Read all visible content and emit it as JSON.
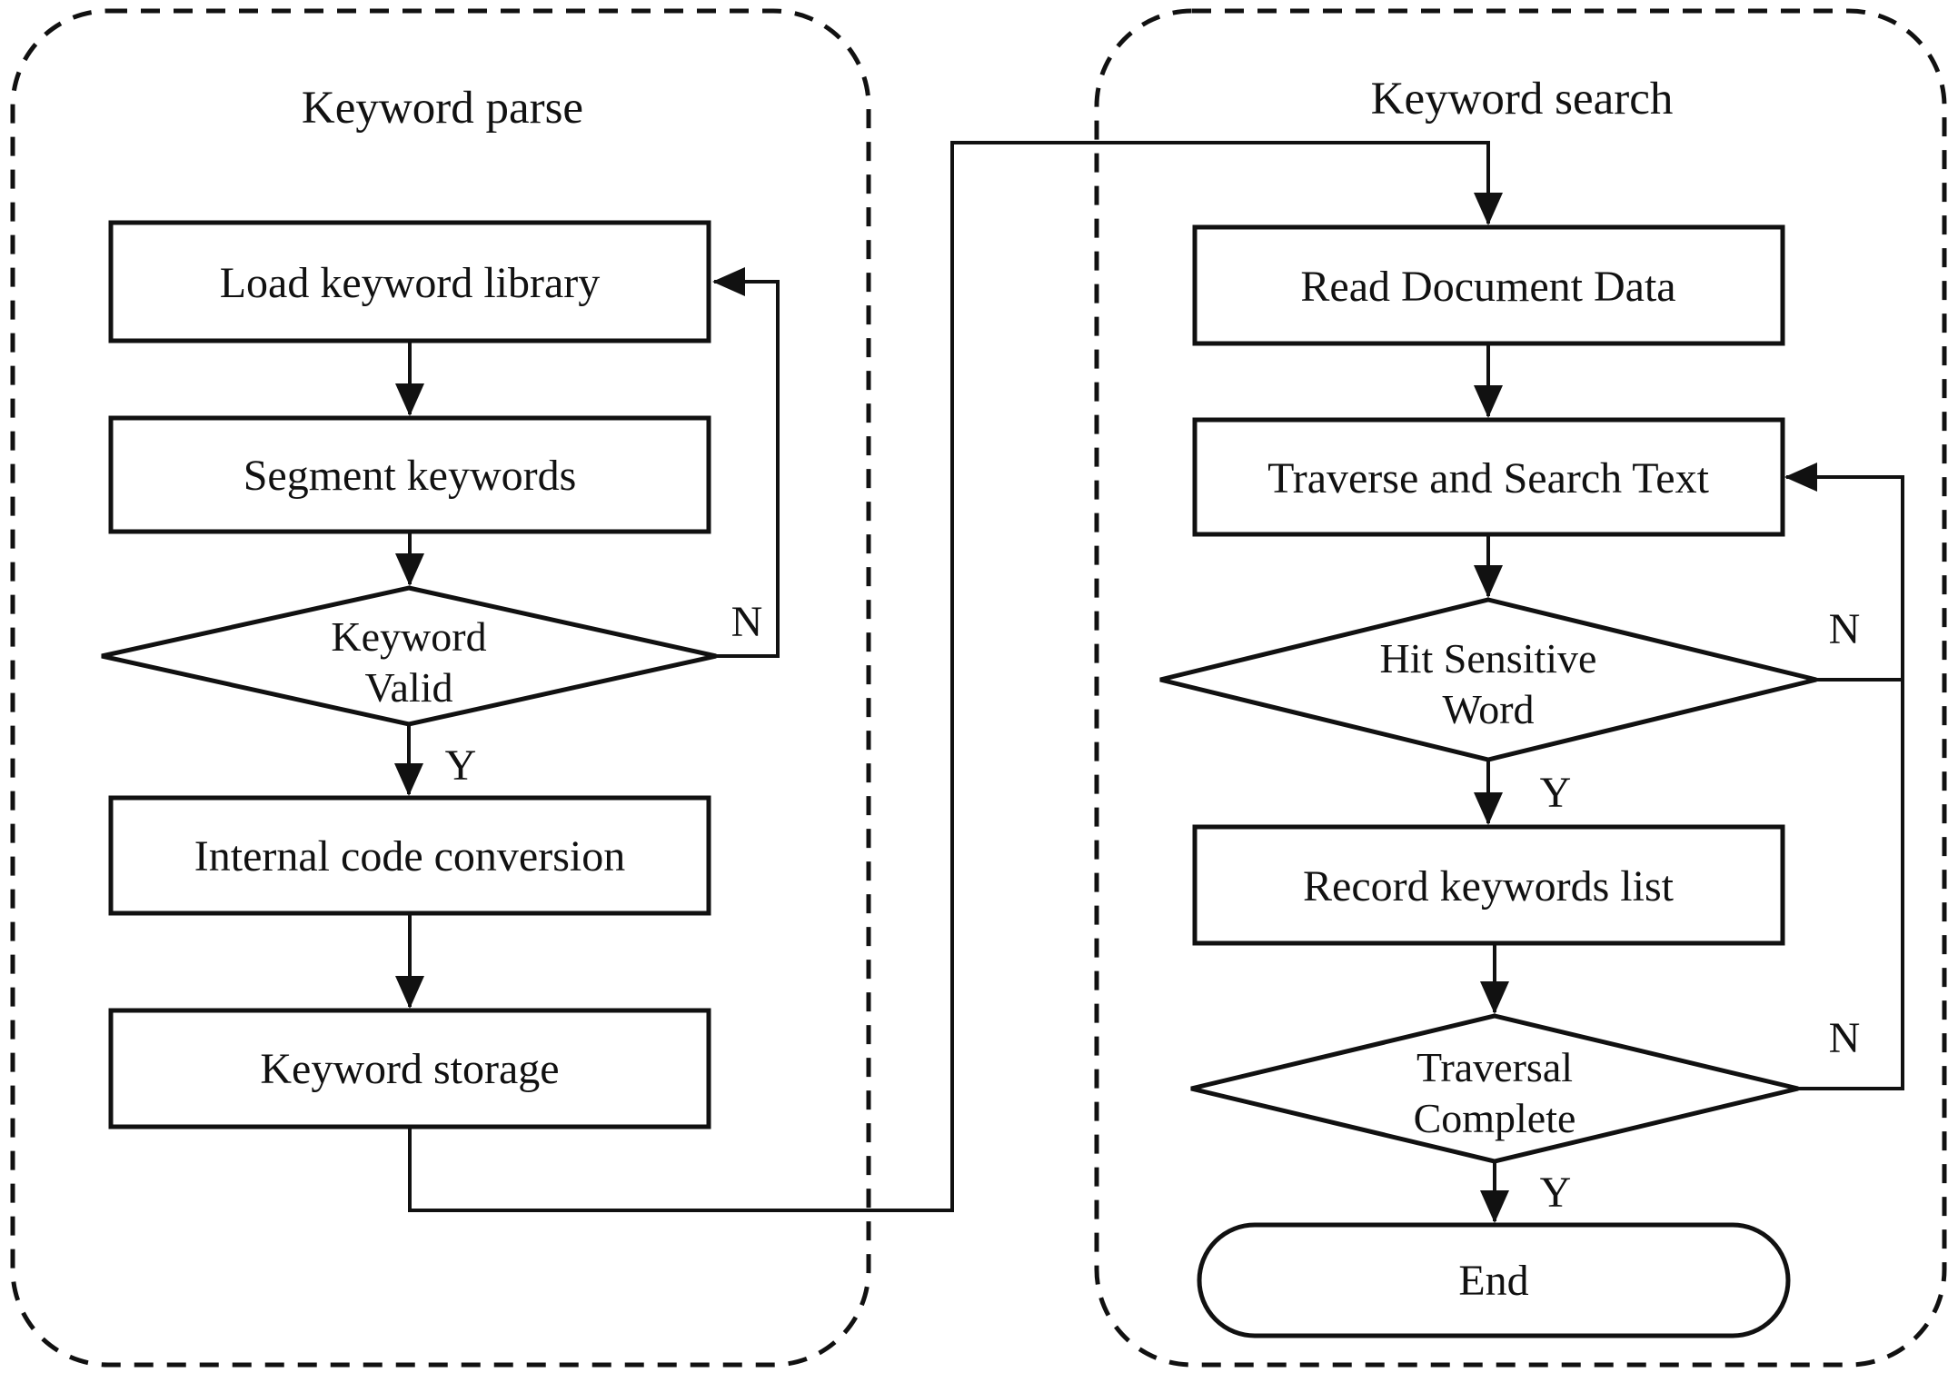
{
  "colors": {
    "stroke": "#111111",
    "background": "#ffffff",
    "text": "#111111"
  },
  "left_panel": {
    "title": "Keyword parse",
    "nodes": {
      "load": {
        "label": "Load keyword library",
        "type": "process"
      },
      "segment": {
        "label": "Segment keywords",
        "type": "process"
      },
      "valid": {
        "label_line1": "Keyword",
        "label_line2": "Valid",
        "type": "decision"
      },
      "convert": {
        "label": "Internal code conversion",
        "type": "process"
      },
      "storage": {
        "label": "Keyword storage",
        "type": "process"
      }
    },
    "labels": {
      "valid_no": "N",
      "valid_yes": "Y"
    }
  },
  "right_panel": {
    "title": "Keyword search",
    "nodes": {
      "read": {
        "label": "Read Document Data",
        "type": "process"
      },
      "traverse": {
        "label": "Traverse and Search Text",
        "type": "process"
      },
      "hit": {
        "label_line1": "Hit Sensitive",
        "label_line2": "Word",
        "type": "decision"
      },
      "record": {
        "label": "Record keywords list",
        "type": "process"
      },
      "complete": {
        "label_line1": "Traversal",
        "label_line2": "Complete",
        "type": "decision"
      },
      "end": {
        "label": "End",
        "type": "terminator"
      }
    },
    "labels": {
      "hit_no": "N",
      "hit_yes": "Y",
      "complete_no": "N",
      "complete_yes": "Y"
    }
  },
  "edges": [
    {
      "from": "load-keyword-library",
      "to": "segment-keywords",
      "label": ""
    },
    {
      "from": "segment-keywords",
      "to": "keyword-valid",
      "label": ""
    },
    {
      "from": "keyword-valid",
      "to": "load-keyword-library",
      "label": "N"
    },
    {
      "from": "keyword-valid",
      "to": "internal-code-conversion",
      "label": "Y"
    },
    {
      "from": "internal-code-conversion",
      "to": "keyword-storage",
      "label": ""
    },
    {
      "from": "keyword-storage",
      "to": "read-document-data",
      "label": ""
    },
    {
      "from": "read-document-data",
      "to": "traverse-and-search-text",
      "label": ""
    },
    {
      "from": "traverse-and-search-text",
      "to": "hit-sensitive-word",
      "label": ""
    },
    {
      "from": "hit-sensitive-word",
      "to": "traverse-and-search-text",
      "label": "N"
    },
    {
      "from": "hit-sensitive-word",
      "to": "record-keywords-list",
      "label": "Y"
    },
    {
      "from": "record-keywords-list",
      "to": "traversal-complete",
      "label": ""
    },
    {
      "from": "traversal-complete",
      "to": "traverse-and-search-text",
      "label": "N"
    },
    {
      "from": "traversal-complete",
      "to": "end",
      "label": "Y"
    }
  ]
}
